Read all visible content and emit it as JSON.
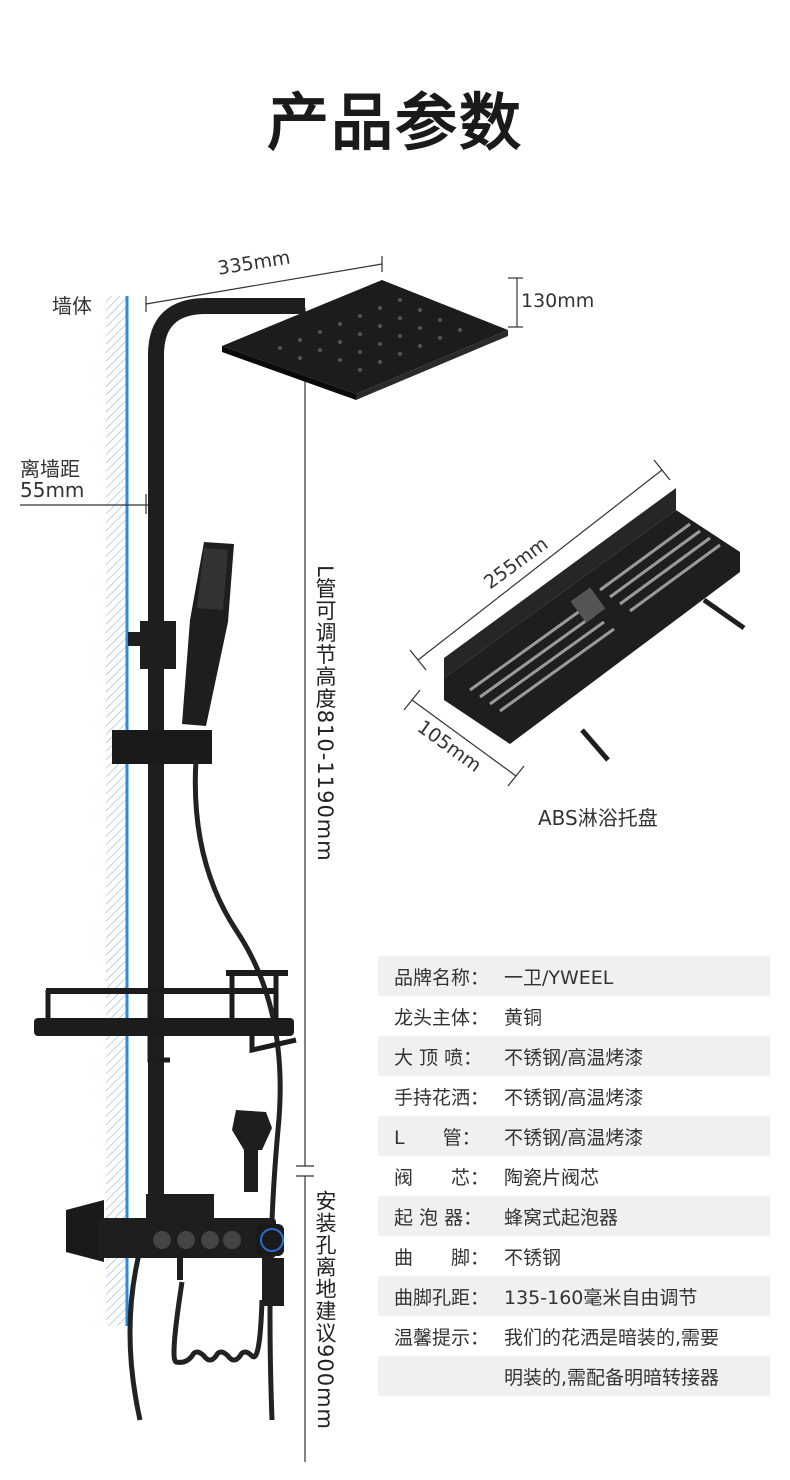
{
  "title": "产品参数",
  "wall_label": "墙体",
  "wall_distance_label": "离墙距",
  "wall_distance_value": "55mm",
  "head_width": "335mm",
  "head_height": "130mm",
  "tray_width": "255mm",
  "tray_depth": "105mm",
  "tray_caption": "ABS淋浴托盘",
  "pipe_height_note": "L管可调节高度810-1190mm",
  "install_height_note": "安装孔离地建议900mm",
  "specs": [
    {
      "key": "品牌名称：",
      "value": "一卫/YWEEL"
    },
    {
      "key": "龙头主体：",
      "value": "黄铜"
    },
    {
      "key": "大 顶 喷：",
      "value": "不锈钢/高温烤漆"
    },
    {
      "key": "手持花洒：",
      "value": "不锈钢/高温烤漆"
    },
    {
      "key": "L　　管：",
      "value": "不锈钢/高温烤漆"
    },
    {
      "key": "阀　　芯：",
      "value": "陶瓷片阀芯"
    },
    {
      "key": "起 泡 器：",
      "value": "蜂窝式起泡器"
    },
    {
      "key": "曲　　脚：",
      "value": "不锈钢"
    },
    {
      "key": "曲脚孔距：",
      "value": "135-160毫米自由调节"
    },
    {
      "key": "温馨提示：",
      "value": "我们的花洒是暗装的,需要"
    },
    {
      "key": "",
      "value": "明装的,需配备明暗转接器"
    }
  ]
}
